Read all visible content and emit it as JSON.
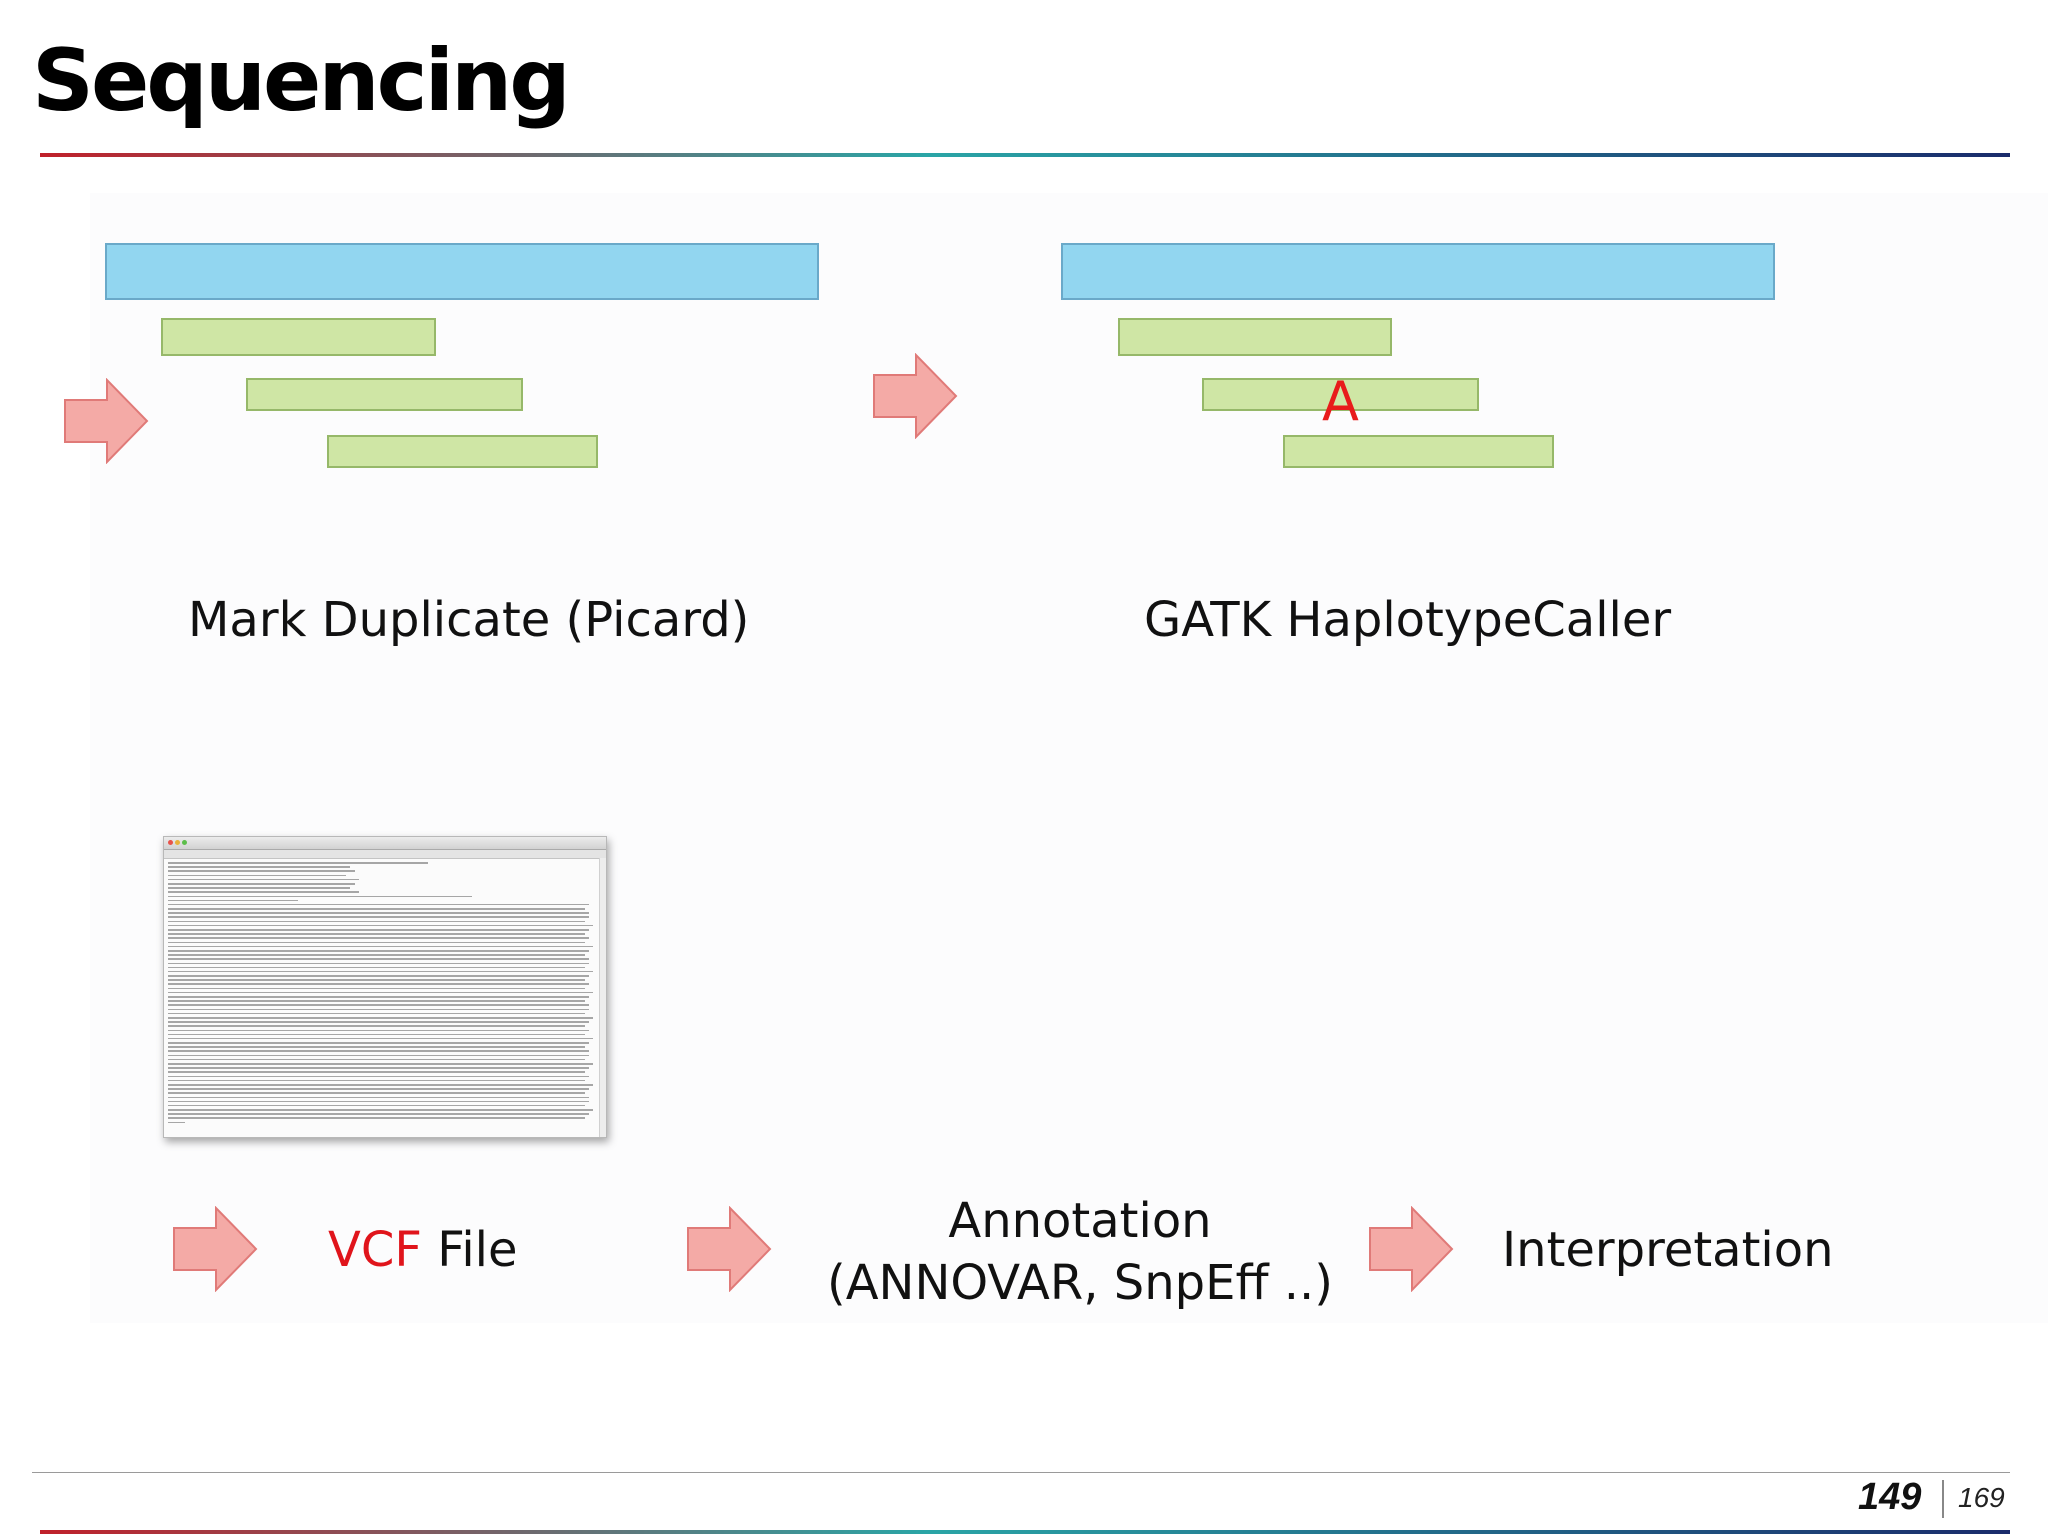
{
  "slide": {
    "title": "Sequencing",
    "page_number": "149",
    "page_total": "169"
  },
  "steps": {
    "mark_duplicate": "Mark Duplicate (Picard)",
    "haplotype_caller": "GATK  HaplotypeCaller",
    "variant_base": "A",
    "vcf_prefix": "VCF",
    "vcf_suffix": " File",
    "annotation_line1": "Annotation",
    "annotation_line2": "(ANNOVAR, SnpEff ..)",
    "interpretation": "Interpretation"
  },
  "icons": [
    "arrow-right-icon"
  ],
  "colors": {
    "reference_bar": "#92d6f0",
    "read_bar": "#cfe6a5",
    "arrow_fill": "#f4aaa6",
    "arrow_stroke": "#e07a78",
    "highlight_red": "#e0141b"
  }
}
